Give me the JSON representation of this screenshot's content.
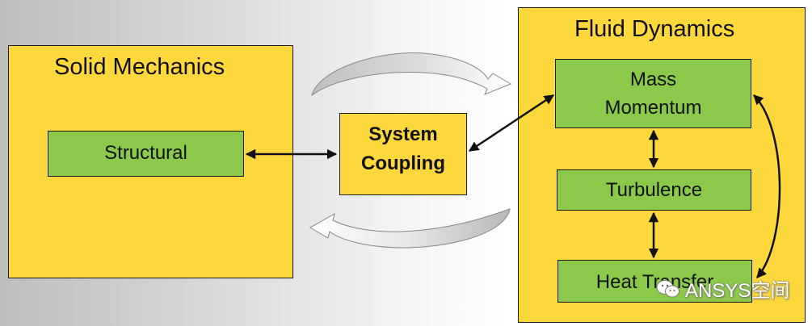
{
  "solid_mechanics": {
    "title": "Solid Mechanics",
    "structural": "Structural"
  },
  "coupling": {
    "line1": "System",
    "line2": "Coupling"
  },
  "fluid_dynamics": {
    "title": "Fluid Dynamics",
    "mass_line1": "Mass",
    "mass_line2": "Momentum",
    "turbulence": "Turbulence",
    "heat_transfer": "Heat Transfer"
  },
  "watermark": {
    "text": "ANSYS空间",
    "icon": "wechat-icon"
  },
  "colors": {
    "panel_yellow": "#fdd83c",
    "box_green": "#8cc94a",
    "arrow": "#111111"
  }
}
